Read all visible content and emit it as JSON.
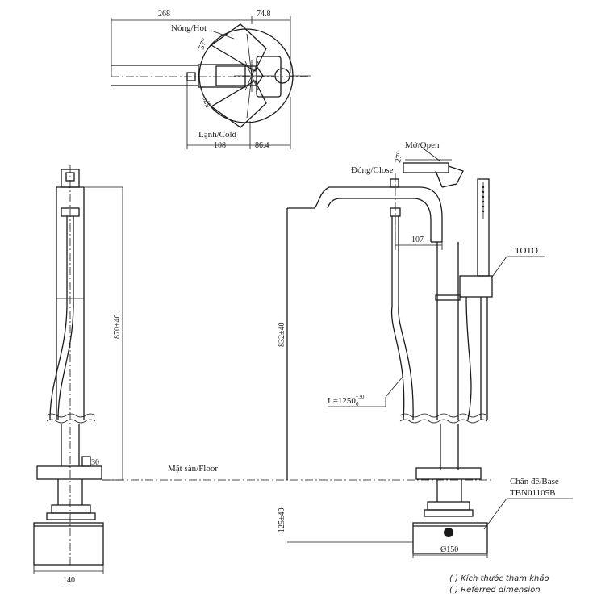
{
  "top_view": {
    "dim_left": "268",
    "dim_right": "74.8",
    "hot_label": "Nóng/Hot",
    "cold_label": "Lạnh/Cold",
    "angle_hot": "57°",
    "angle_cold": "57°",
    "dim_bottom_left": "108",
    "dim_bottom_right": "86.4"
  },
  "side_view": {
    "height_dim": "870±40",
    "small_dim": "30",
    "base_width": "140"
  },
  "front_view": {
    "open_label": "Mở/Open",
    "close_label": "Đóng/Close",
    "handle_angle": "27°",
    "spout_dim": "107",
    "brand_label": "TOTO",
    "height_dim": "832±40",
    "hose_label": "L=1250",
    "hose_tolerance_sup": "+30",
    "hose_tolerance_sub": "0",
    "floor_label": "Mặt sàn/Floor",
    "base_label": "Chân đế/Base",
    "base_model": "TBN01105B",
    "below_floor_dim": "125±40",
    "base_diameter": "Ø150"
  },
  "notes": {
    "line1": "( ) Kích thước tham khảo",
    "line2": "( ) Referred dimension"
  }
}
